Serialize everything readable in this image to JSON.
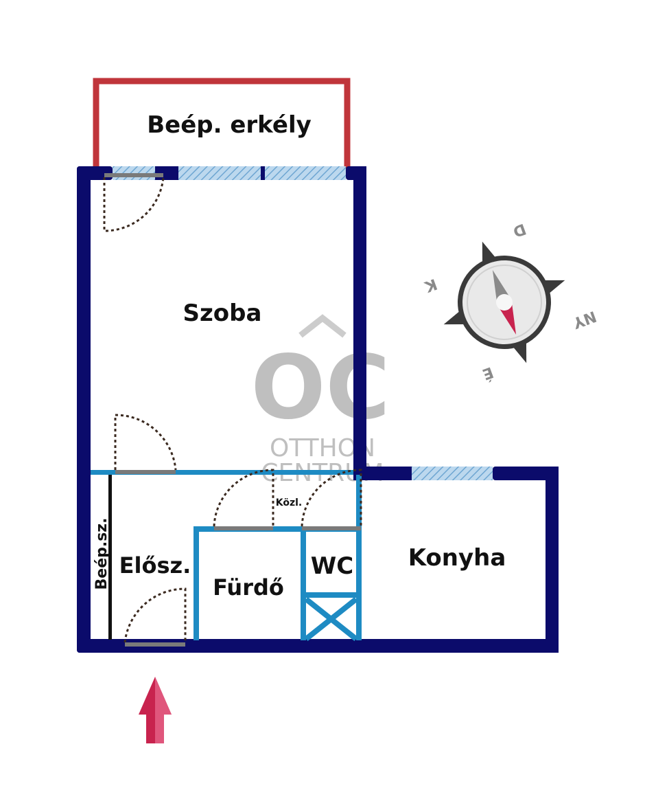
{
  "rooms": {
    "balcony": "Beép. erkély",
    "room": "Szoba",
    "hall": "Elősz.",
    "built_in_cabinet": "Beép.sz.",
    "bathroom": "Fürdő",
    "wc": "WC",
    "kitchen": "Konyha",
    "utility": "Közl."
  },
  "compass": {
    "north": "É",
    "south": "D",
    "east": "K",
    "west": "NY"
  },
  "watermark": {
    "monogram": "OC",
    "line1": "OTTHON",
    "line2": "CENTRUM"
  },
  "colors": {
    "outer_wall": "#0b0b6b",
    "inner_wall": "#1e8bc3",
    "balcony_outline": "#c0353b",
    "window": "#9fc6e4",
    "entrance_arrow": "#c8234e",
    "compass_ring": "#3a3a3a"
  },
  "icons": {
    "entrance": "arrow-up-icon",
    "compass": "compass-icon"
  }
}
